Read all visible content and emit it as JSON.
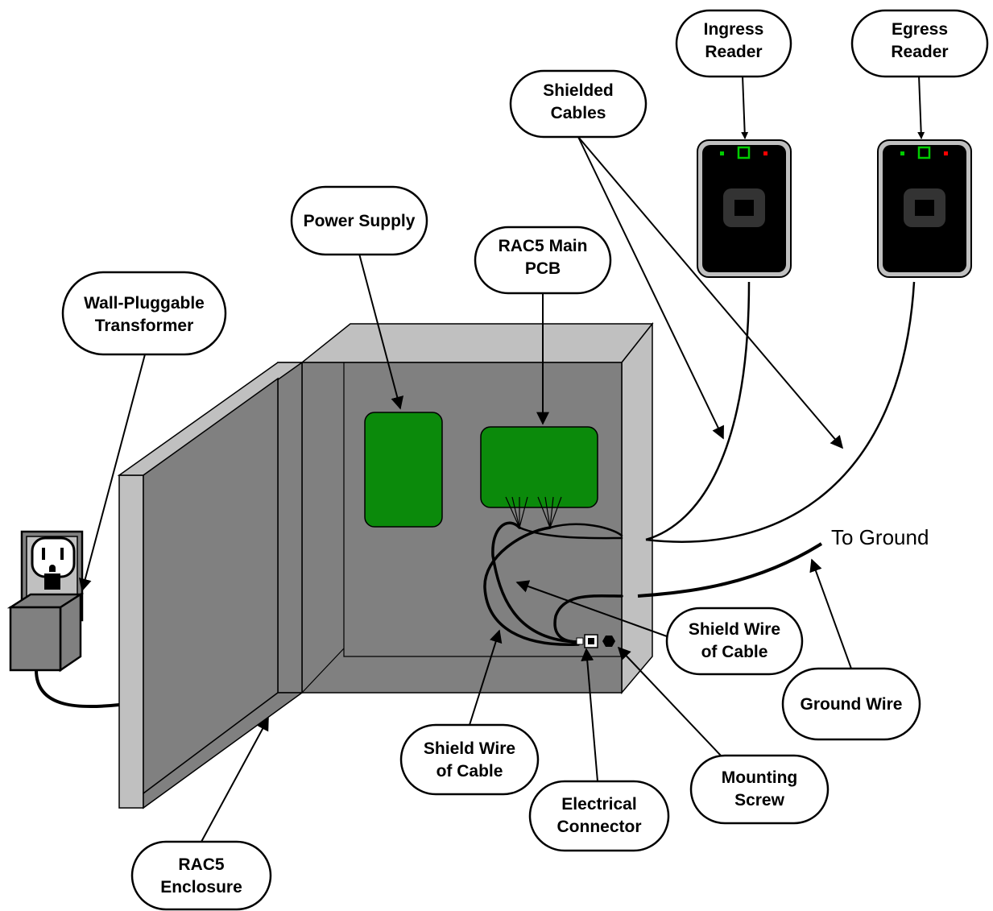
{
  "labels": {
    "ingress_reader": [
      "Ingress",
      "Reader"
    ],
    "egress_reader": [
      "Egress",
      "Reader"
    ],
    "shielded_cables": [
      "Shielded",
      "Cables"
    ],
    "power_supply": "Power Supply",
    "rac5_main_pcb": [
      "RAC5 Main",
      "PCB"
    ],
    "wall_transformer": [
      "Wall-Pluggable",
      "Transformer"
    ],
    "shield_wire_right": [
      "Shield Wire",
      "of Cable"
    ],
    "shield_wire_bottom": [
      "Shield Wire",
      "of Cable"
    ],
    "ground_wire": "Ground Wire",
    "mounting_screw": [
      "Mounting",
      "Screw"
    ],
    "electrical_connector": [
      "Electrical",
      "Connector"
    ],
    "rac5_enclosure": [
      "RAC5",
      "Enclosure"
    ],
    "to_ground": "To Ground"
  },
  "colors": {
    "board_green": "#0b8a0b",
    "enclosure_gray": "#808080",
    "enclosure_light": "#c0c0c0",
    "reader_body": "#000000",
    "led_green": "#00cc00",
    "led_red": "#ff0000"
  }
}
